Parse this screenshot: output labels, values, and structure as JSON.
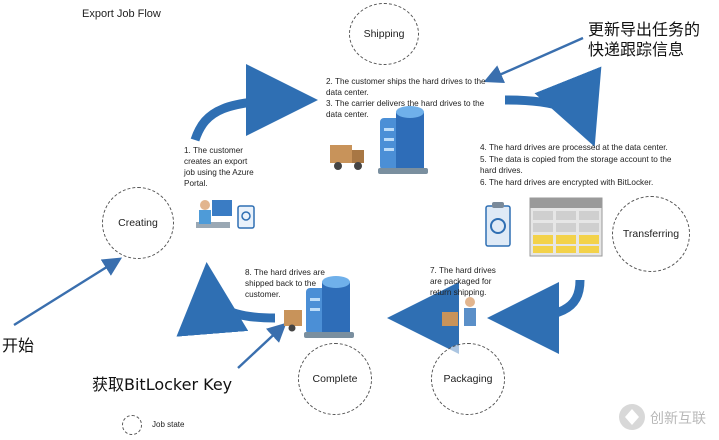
{
  "title": "Export Job Flow",
  "states": {
    "shipping": "Shipping",
    "transferring": "Transferring",
    "packaging": "Packaging",
    "complete": "Complete",
    "creating": "Creating"
  },
  "steps": {
    "s1": "1. The customer creates an export job using the Azure Portal.",
    "s2": "2. The customer ships the hard drives to the data center.",
    "s3": "3. The carrier delivers the hard drives to the data center.",
    "s4": "4. The hard drives are processed at the data center.",
    "s5": "5. The data is copied from the storage account to the hard drives.",
    "s6": "6. The hard drives are encrypted with BitLocker.",
    "s7": "7. The hard drives are packaged for return shipping.",
    "s8": "8. The hard drives are shipped back to the customer."
  },
  "annotations": {
    "update_tracking_line1": "更新导出任务的",
    "update_tracking_line2": "快递跟踪信息",
    "start": "开始",
    "get_key": "获取BitLocker Key"
  },
  "legend": {
    "label": "Job state"
  },
  "watermark": {
    "text": "创新互联"
  },
  "colors": {
    "flow_arrow": "#2f6fb3",
    "annotation_arrow": "#3a6fae",
    "grid_yellow": "#f3d24a"
  }
}
